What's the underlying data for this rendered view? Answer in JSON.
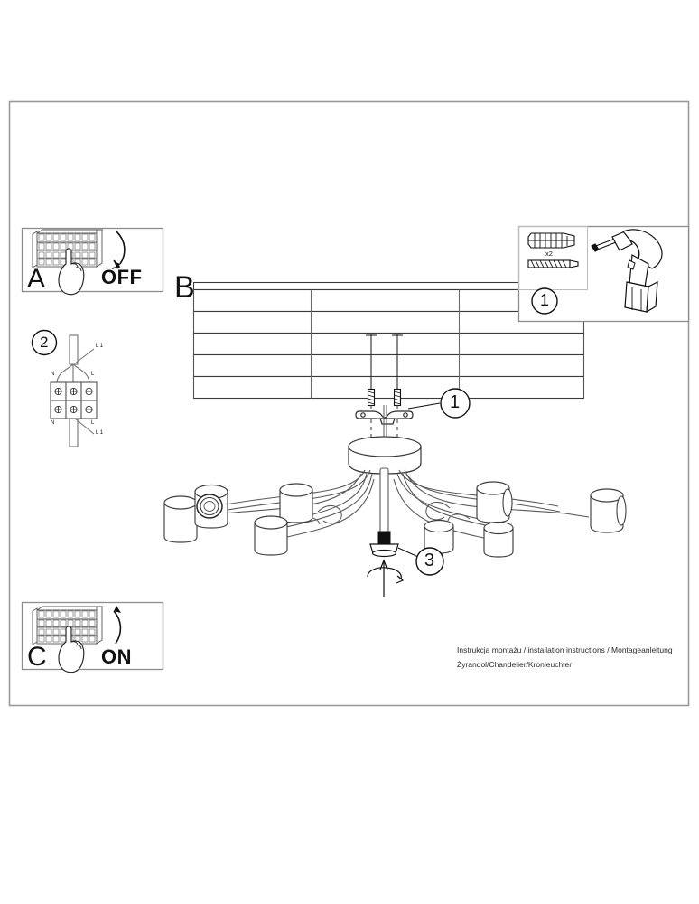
{
  "document": {
    "type": "assembly-instruction-sheet",
    "caption_line1": "Instrukcja montażu / installation instructions / Montageanleitung",
    "caption_line2": "Żyrandol/Chandelier/Kronleuchter"
  },
  "panels": {
    "a": {
      "letter": "A",
      "action_label": "OFF",
      "icon": "fuse-box-icon",
      "hand": "hand-pointing-icon",
      "arrow": "arrow-down-icon"
    },
    "c": {
      "letter": "C",
      "action_label": "ON",
      "icon": "fuse-box-icon",
      "hand": "hand-pointing-icon",
      "arrow": "arrow-up-icon"
    },
    "b": {
      "letter": "B",
      "icon": "brick-ceiling-icon"
    },
    "step1_box": {
      "number": "1",
      "quantity_label": "x2",
      "parts": [
        "wall-plug-icon",
        "screw-icon",
        "cordless-drill-icon"
      ]
    },
    "step2_box": {
      "number": "2",
      "icon": "terminal-block-icon",
      "terminal_labels": {
        "top_left": "N",
        "top_right": "L",
        "bottom_left": "N",
        "bottom_right": "L",
        "wire_top": "L 1",
        "wire_bottom": "L 1"
      }
    }
  },
  "callouts": [
    {
      "number": "1",
      "target": "mounting-bracket"
    },
    {
      "number": "1",
      "target": "drill-and-plugs"
    },
    {
      "number": "3",
      "target": "finial-nut"
    }
  ],
  "product": {
    "name": "chandelier",
    "arm_count": 8,
    "icon": "chandelier-icon",
    "rotation_hint": "rotate-arrow-icon"
  },
  "colors": {
    "line": "#1a1a1a",
    "thin_line": "#6e6e6e",
    "frame": "#9a9a9a",
    "fill": "#ffffff",
    "dark_part": "#111111"
  }
}
